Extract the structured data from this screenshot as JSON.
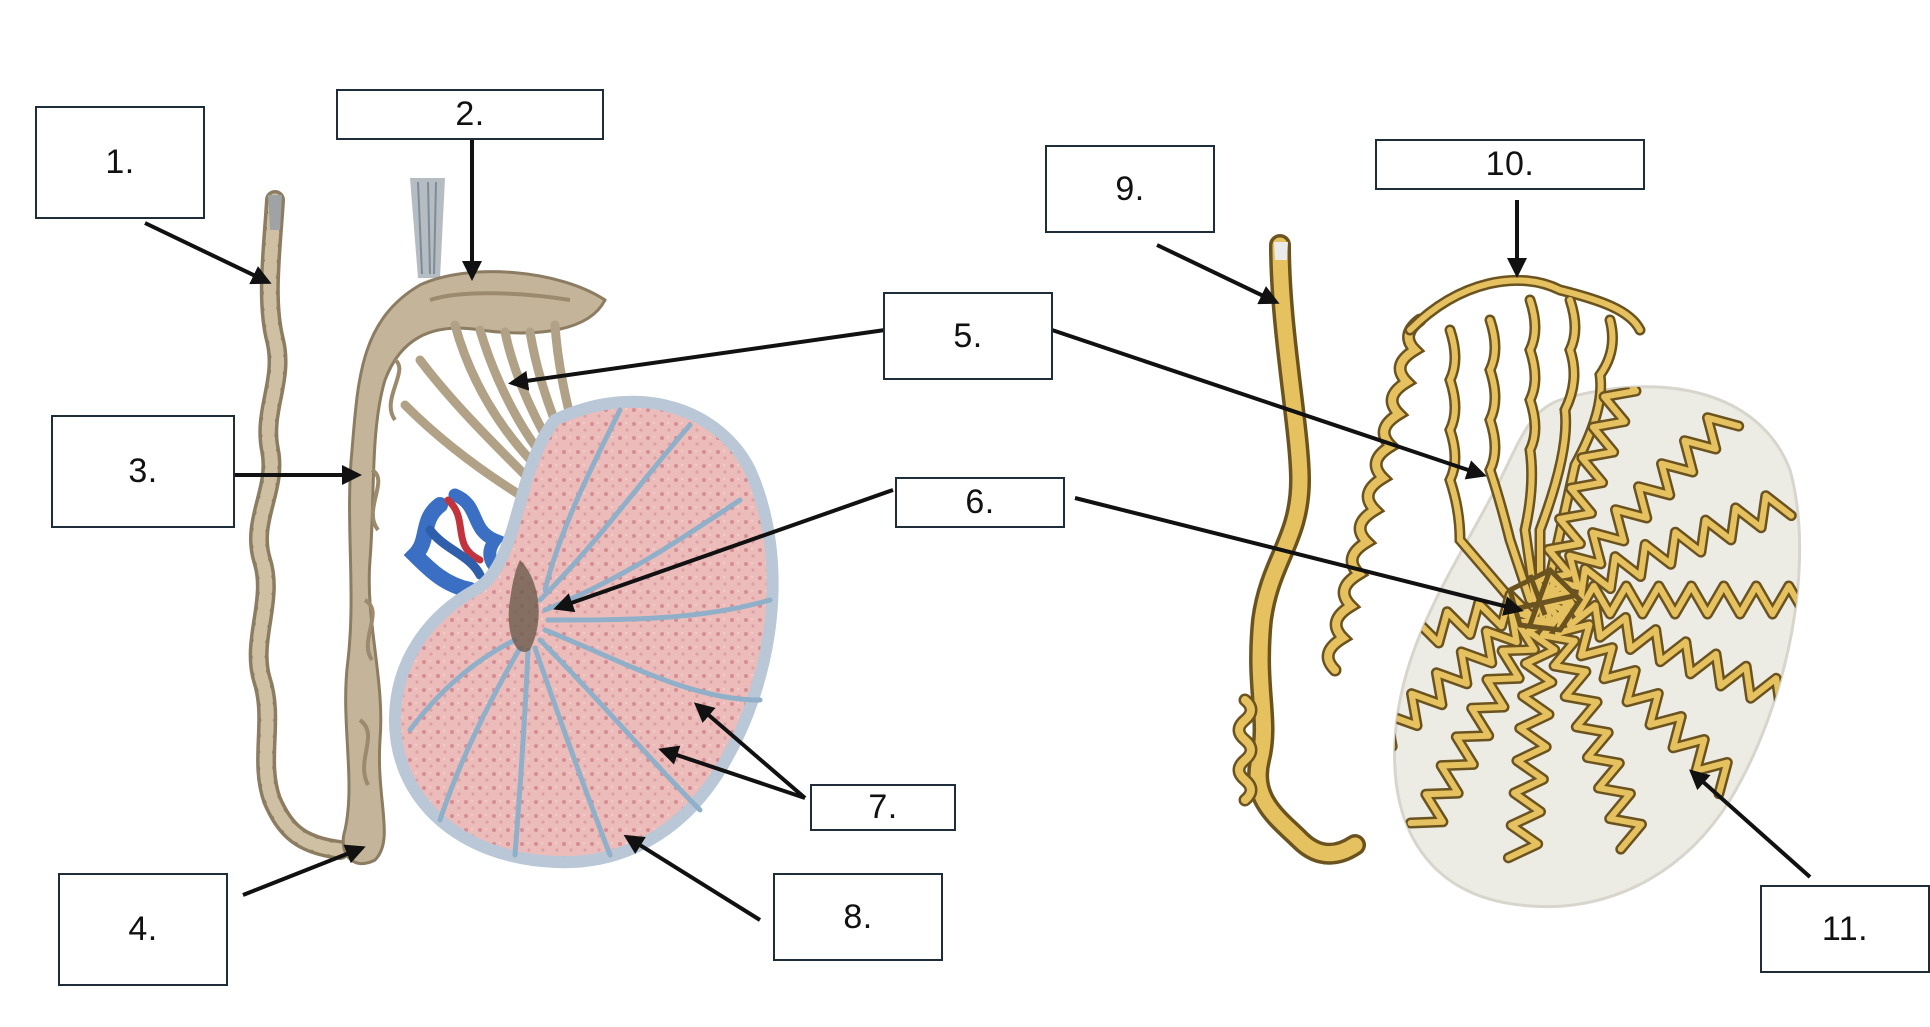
{
  "labels": [
    {
      "id": "1",
      "text": "1."
    },
    {
      "id": "2",
      "text": "2."
    },
    {
      "id": "3",
      "text": "3."
    },
    {
      "id": "4",
      "text": "4."
    },
    {
      "id": "5",
      "text": "5."
    },
    {
      "id": "6",
      "text": "6."
    },
    {
      "id": "7",
      "text": "7."
    },
    {
      "id": "8",
      "text": "8."
    },
    {
      "id": "9",
      "text": "9."
    },
    {
      "id": "10",
      "text": "10."
    },
    {
      "id": "11",
      "text": "11."
    }
  ],
  "colors": {
    "box_border": "#1f2d3a",
    "arrow": "#111111",
    "duct": "#c4b59a",
    "duct_shadow": "#8c7c62",
    "testis_tissue": "#e9b7b5",
    "tunica": "#b9c7d6",
    "septa": "#8fb0c8",
    "vein": "#3a6fc4",
    "artery": "#c2333d",
    "schematic_tubule": "#e6c160",
    "schematic_outline": "#6b5320",
    "schematic_testis": "#ecebe4"
  }
}
